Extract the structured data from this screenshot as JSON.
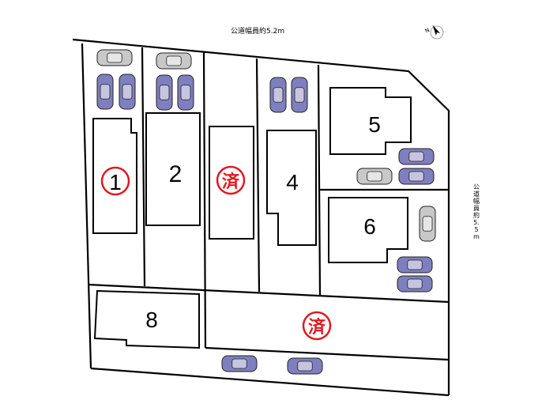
{
  "roads": {
    "north": "公道幅員約5.2m",
    "east": "公道幅員約5.5m"
  },
  "lots": [
    {
      "id": "lot-1",
      "label": "1",
      "status": "available",
      "circled": true
    },
    {
      "id": "lot-2",
      "label": "2",
      "status": "available",
      "circled": false
    },
    {
      "id": "lot-3",
      "label": "済",
      "status": "sold",
      "circled": true
    },
    {
      "id": "lot-4",
      "label": "4",
      "status": "available",
      "circled": false
    },
    {
      "id": "lot-5",
      "label": "5",
      "status": "available",
      "circled": false
    },
    {
      "id": "lot-6",
      "label": "6",
      "status": "available",
      "circled": false
    },
    {
      "id": "lot-7",
      "label": "済",
      "status": "sold",
      "circled": true
    },
    {
      "id": "lot-8",
      "label": "8",
      "status": "available",
      "circled": false
    }
  ],
  "colors": {
    "sold_mark": "#e0191f",
    "lot1_mark": "#e0191f",
    "car_parking": "#7f7fbf",
    "car_neighbor": "#c8c8c8",
    "line": "#000000"
  },
  "icons": {
    "compass": "north-arrow-icon",
    "car": "car-icon"
  }
}
